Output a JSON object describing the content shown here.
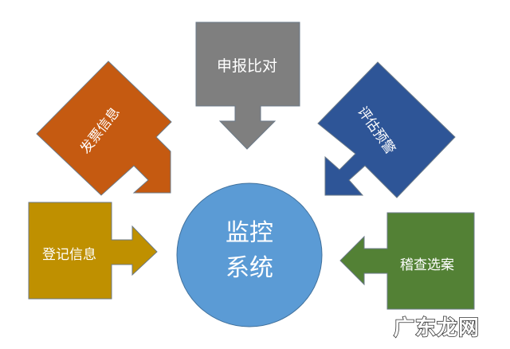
{
  "diagram": {
    "center": {
      "line1": "监控",
      "line2": "系统",
      "color": "#5b9bd5"
    },
    "nodes": [
      {
        "id": "declaration",
        "label": "申报比对",
        "color": "#7f7f7f",
        "direction": "down"
      },
      {
        "id": "invoice",
        "label": "发票信息",
        "color": "#c55a11",
        "direction": "down-right"
      },
      {
        "id": "assessment",
        "label": "评估预警",
        "color": "#2e5597",
        "direction": "down-left"
      },
      {
        "id": "registration",
        "label": "登记信息",
        "color": "#bf9000",
        "direction": "right"
      },
      {
        "id": "audit",
        "label": "稽查选案",
        "color": "#538135",
        "direction": "left"
      }
    ]
  },
  "watermark": "广东龙网"
}
